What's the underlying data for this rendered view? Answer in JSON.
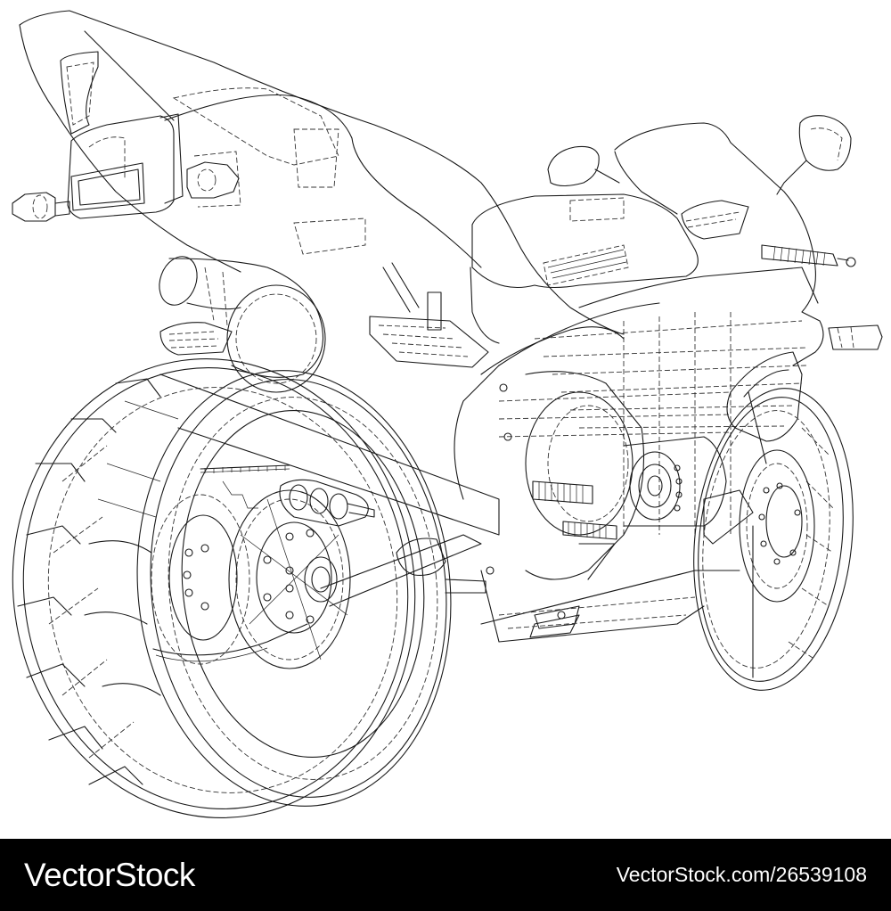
{
  "image": {
    "subject": "Wireframe technical drawing of a sport motorcycle, rear three-quarter view",
    "style": "black line art (solid and dashed hidden lines) on white",
    "background_color": "#ffffff",
    "line_color": "#1a1a1a"
  },
  "watermark": {
    "brand": "VectorStock",
    "stock_id": "VectorStock.com/26539108",
    "banner_color": "#000000",
    "text_color": "#ffffff"
  }
}
